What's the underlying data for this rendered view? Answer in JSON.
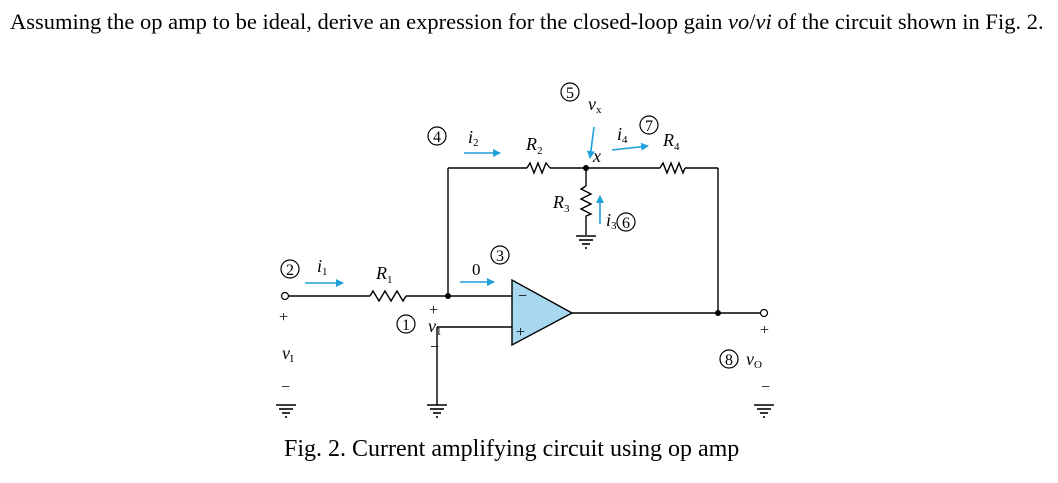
{
  "question": {
    "part1": "Assuming the op amp to be ideal, derive an expression for the closed-loop gain ",
    "vo": "vo",
    "slash": "/",
    "vi": "vi",
    "part2": " of the circuit shown in Fig. 2."
  },
  "diagram": {
    "nodes": {
      "n1": "1",
      "n2": "2",
      "n3": "3",
      "n4": "4",
      "n5": "5",
      "n6": "6",
      "n7": "7",
      "n8": "8"
    },
    "resistors": {
      "r1": "R",
      "r1_sub": "1",
      "r2": "R",
      "r2_sub": "2",
      "r3": "R",
      "r3_sub": "3",
      "r4": "R",
      "r4_sub": "4"
    },
    "currents": {
      "i1": "i",
      "i1_sub": "1",
      "i2": "i",
      "i2_sub": "2",
      "i3": "i",
      "i3_sub": "3",
      "i4": "i",
      "i4_sub": "4",
      "zero": "0"
    },
    "voltages": {
      "vI": "v",
      "vI_sub": "I",
      "v1": "v",
      "v1_sub": "1",
      "vx": "v",
      "vx_sub": "x",
      "vO": "v",
      "vO_sub": "O",
      "x_label": "x"
    },
    "signs": {
      "plus": "+",
      "minus": "−"
    }
  },
  "caption": "Fig. 2. Current amplifying circuit using op amp",
  "colors": {
    "wire": "#000000",
    "arrow": "#1fa0d8",
    "opamp_fill": "#a8d8f0",
    "opamp_stroke": "#000000"
  }
}
